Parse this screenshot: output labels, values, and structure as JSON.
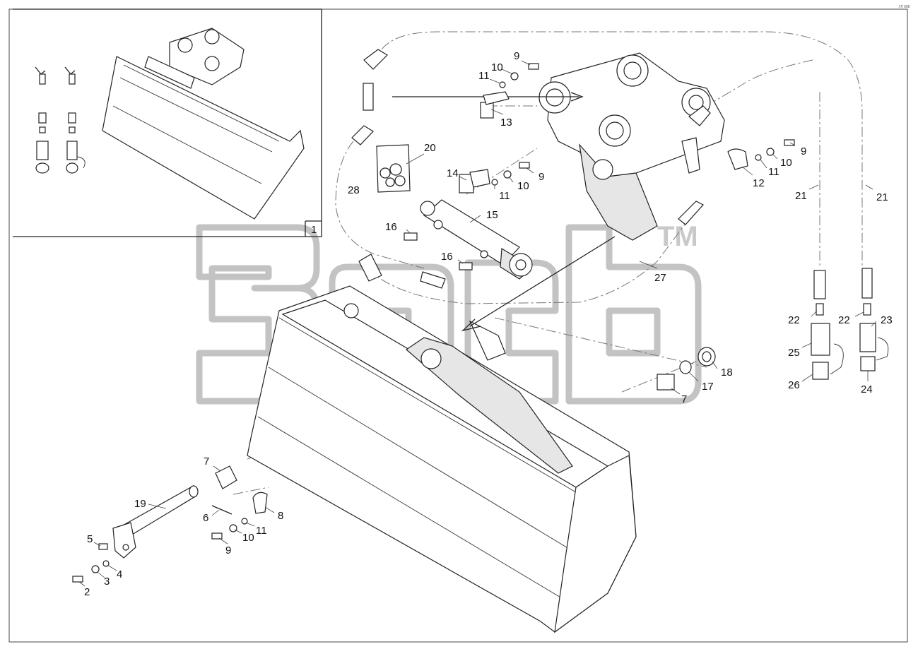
{
  "drawing": {
    "inset_callout": "1",
    "corner_mark": "ГЛ 008",
    "watermark": {
      "mark": "TM"
    }
  },
  "callouts": [
    {
      "id": "c9a",
      "label": "9"
    },
    {
      "id": "c10a",
      "label": "10"
    },
    {
      "id": "c11a",
      "label": "11"
    },
    {
      "id": "c13",
      "label": "13"
    },
    {
      "id": "c20",
      "label": "20"
    },
    {
      "id": "c14",
      "label": "14"
    },
    {
      "id": "c9b",
      "label": "9"
    },
    {
      "id": "c10b",
      "label": "10"
    },
    {
      "id": "c11b",
      "label": "11"
    },
    {
      "id": "c15",
      "label": "15"
    },
    {
      "id": "c16a",
      "label": "16"
    },
    {
      "id": "c16b",
      "label": "16"
    },
    {
      "id": "c28",
      "label": "28"
    },
    {
      "id": "c27",
      "label": "27"
    },
    {
      "id": "c9c",
      "label": "9"
    },
    {
      "id": "c10c",
      "label": "10"
    },
    {
      "id": "c11c",
      "label": "11"
    },
    {
      "id": "c12",
      "label": "12"
    },
    {
      "id": "c21a",
      "label": "21"
    },
    {
      "id": "c21b",
      "label": "21"
    },
    {
      "id": "c22a",
      "label": "22"
    },
    {
      "id": "c22b",
      "label": "22"
    },
    {
      "id": "c23",
      "label": "23"
    },
    {
      "id": "c25",
      "label": "25"
    },
    {
      "id": "c26",
      "label": "26"
    },
    {
      "id": "c24",
      "label": "24"
    },
    {
      "id": "c18",
      "label": "18"
    },
    {
      "id": "c17",
      "label": "17"
    },
    {
      "id": "c7a",
      "label": "7"
    },
    {
      "id": "c7b",
      "label": "7"
    },
    {
      "id": "c19",
      "label": "19"
    },
    {
      "id": "c8",
      "label": "8"
    },
    {
      "id": "c6",
      "label": "6"
    },
    {
      "id": "c11d",
      "label": "11"
    },
    {
      "id": "c10d",
      "label": "10"
    },
    {
      "id": "c9d",
      "label": "9"
    },
    {
      "id": "c5",
      "label": "5"
    },
    {
      "id": "c4",
      "label": "4"
    },
    {
      "id": "c3",
      "label": "3"
    },
    {
      "id": "c2",
      "label": "2"
    }
  ]
}
